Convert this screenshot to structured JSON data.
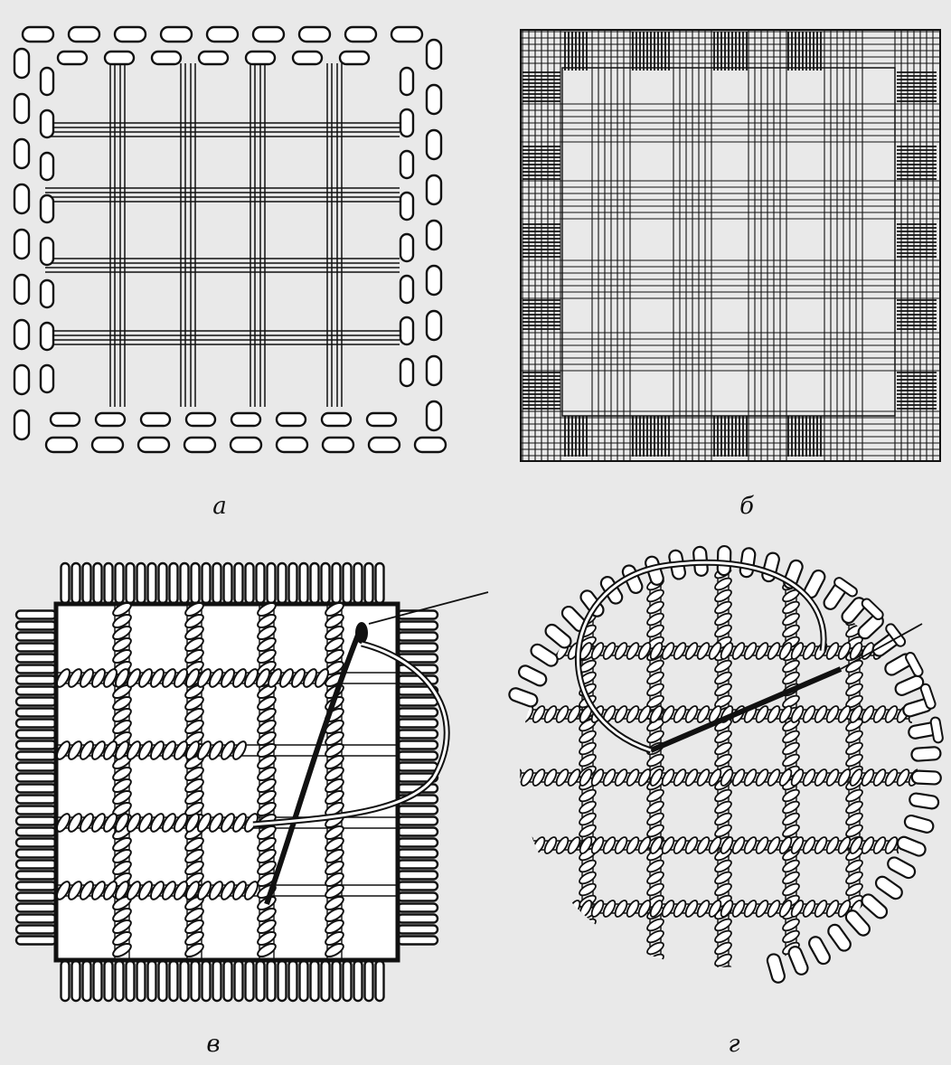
{
  "panels": [
    {
      "id": "a",
      "label": "а"
    },
    {
      "id": "b",
      "label": "б"
    },
    {
      "id": "v",
      "label": "в"
    },
    {
      "id": "g",
      "label": "г"
    }
  ],
  "colors": {
    "ink": "#111111",
    "paper": "#e9e9e9",
    "fill": "#ffffff"
  }
}
